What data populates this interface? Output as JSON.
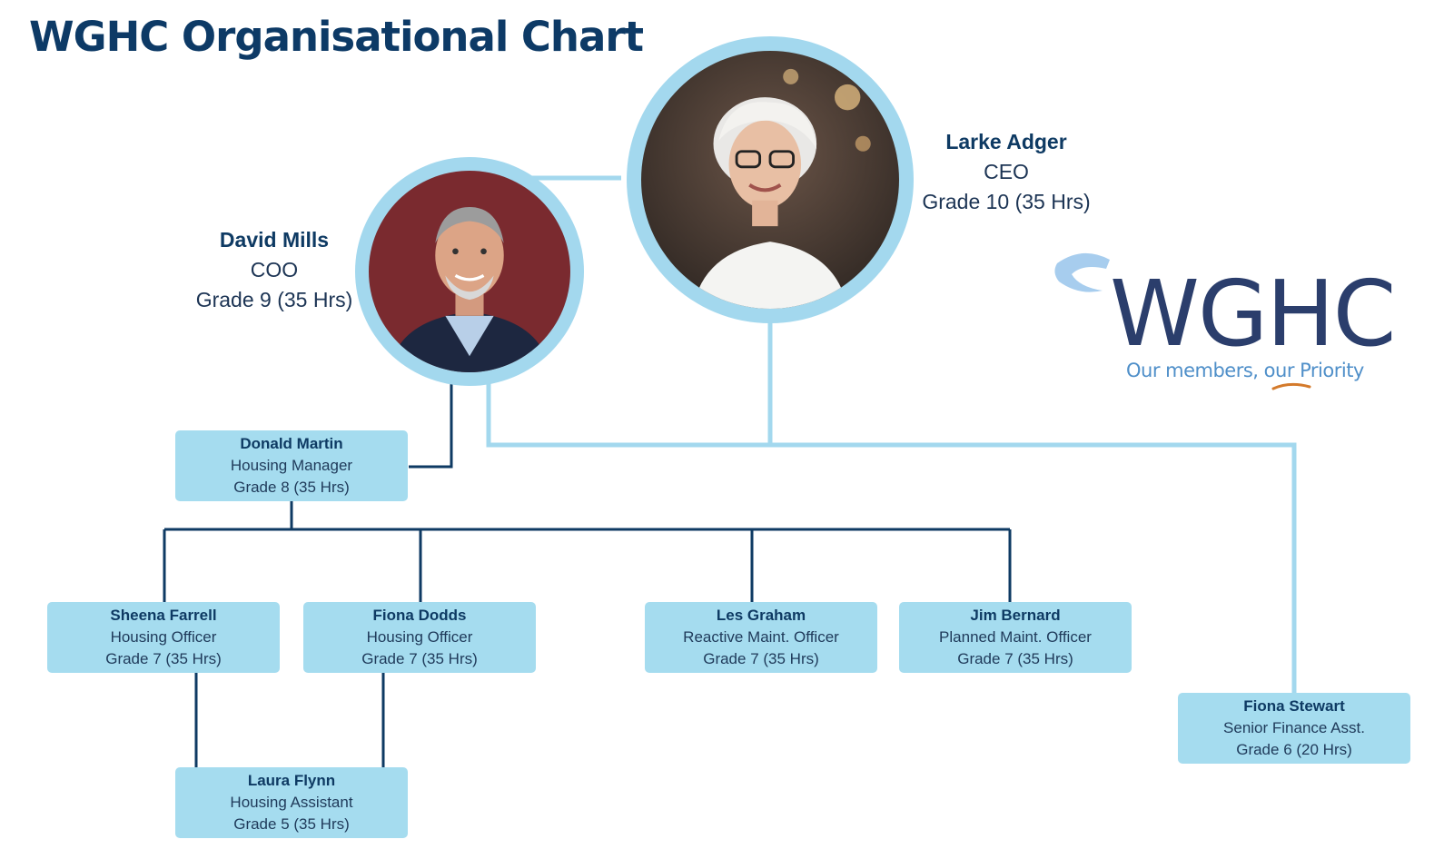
{
  "title": "WGHC Organisational Chart",
  "colors": {
    "title": "#0d3a66",
    "box_fill": "#a5dcef",
    "photo_ring": "#a3d8ee",
    "light_connector": "#a3d8ee",
    "dark_connector": "#0e3a63",
    "logo_text": "#2b3e6c",
    "logo_tagline": "#4f8fc9",
    "logo_swoosh": "#d47a2b"
  },
  "logo": {
    "wordmark": "WGHC",
    "tagline": "Our members, our Priority"
  },
  "ceo": {
    "name": "Larke Adger",
    "role": "CEO",
    "grade": "Grade 10 (35 Hrs)",
    "photo_icon": "woman-portrait"
  },
  "coo": {
    "name": "David Mills",
    "role": "COO",
    "grade": "Grade 9 (35 Hrs)",
    "photo_icon": "man-portrait"
  },
  "staff": {
    "donald": {
      "name": "Donald Martin",
      "role": "Housing Manager",
      "grade": "Grade 8 (35 Hrs)"
    },
    "sheena": {
      "name": "Sheena Farrell",
      "role": "Housing Officer",
      "grade": "Grade 7 (35 Hrs)"
    },
    "fiona_d": {
      "name": "Fiona Dodds",
      "role": "Housing Officer",
      "grade": "Grade 7 (35 Hrs)"
    },
    "les": {
      "name": "Les Graham",
      "role": "Reactive Maint. Officer",
      "grade": "Grade 7 (35 Hrs)"
    },
    "jim": {
      "name": "Jim Bernard",
      "role": "Planned Maint. Officer",
      "grade": "Grade 7 (35 Hrs)"
    },
    "laura": {
      "name": "Laura Flynn",
      "role": "Housing Assistant",
      "grade": "Grade 5 (35 Hrs)"
    },
    "fiona_s": {
      "name": "Fiona Stewart",
      "role": "Senior Finance Asst.",
      "grade": "Grade 6 (20 Hrs)"
    }
  }
}
